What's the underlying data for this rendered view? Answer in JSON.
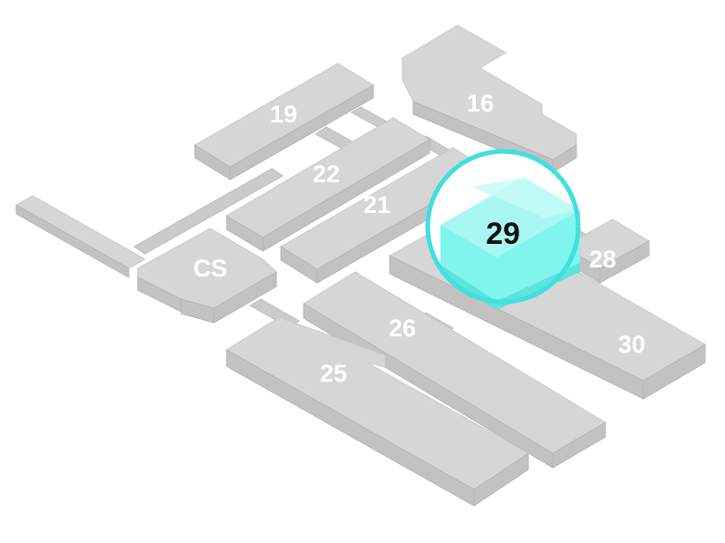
{
  "map": {
    "halls": [
      {
        "id": "19",
        "label": "19"
      },
      {
        "id": "16",
        "label": "16"
      },
      {
        "id": "22",
        "label": "22"
      },
      {
        "id": "21",
        "label": "21"
      },
      {
        "id": "cs",
        "label": "CS"
      },
      {
        "id": "28",
        "label": "28"
      },
      {
        "id": "26",
        "label": "26"
      },
      {
        "id": "30",
        "label": "30"
      },
      {
        "id": "25",
        "label": "25"
      }
    ],
    "highlighted": {
      "id": "29",
      "label": "29",
      "accent": "#3fe0dd"
    }
  }
}
